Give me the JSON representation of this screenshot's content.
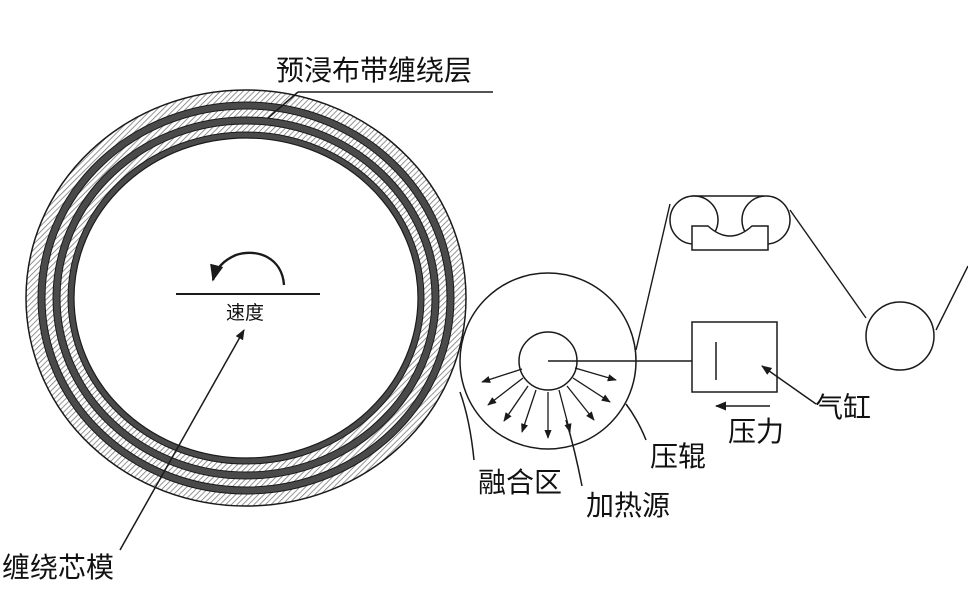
{
  "labels": {
    "prepreg_layer": "预浸布带缠绕层",
    "speed": "速度",
    "mandrel": "缠绕芯模",
    "fusion_zone": "融合区",
    "heat_source": "加热源",
    "press_roller": "压辊",
    "pressure": "压力",
    "cylinder": "气缸"
  },
  "colors": {
    "stroke": "#1a1a1a",
    "dark_band": "#4a4a4a",
    "hatch": "#8a8a8a"
  }
}
